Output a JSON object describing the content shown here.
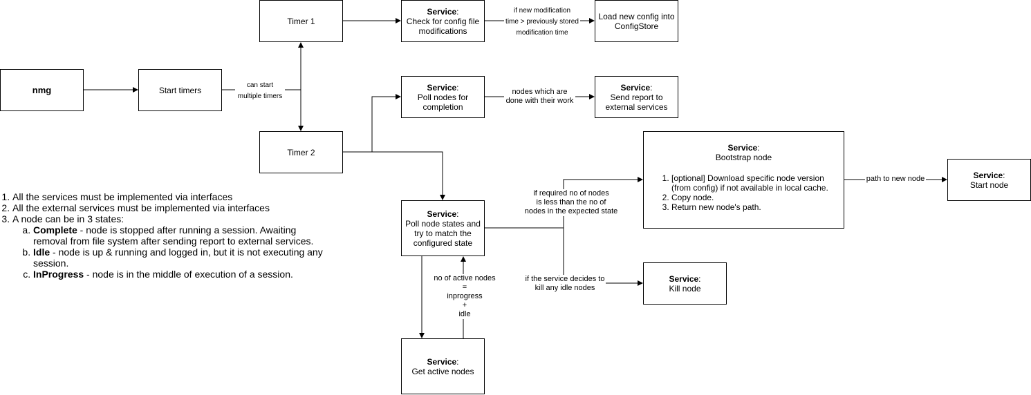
{
  "nodes": {
    "nmg": "nmg",
    "start_timers": "Start timers",
    "timer1": "Timer 1",
    "timer2": "Timer 2",
    "service_word": "Service",
    "check_config": "Check for config file modifications",
    "load_config": "Load new config into ConfigStore",
    "poll_completion": "Poll nodes for completion",
    "send_report": "Send report to external services",
    "poll_states": "Poll node states and try to match the configured state",
    "get_active": "Get active nodes",
    "bootstrap": "Bootstrap node",
    "bootstrap_steps": [
      "[optional] Download specific node version (from config) if not available in local cache.",
      "Copy node.",
      "Return new node's path."
    ],
    "start_node": "Start node",
    "kill_node": "Kill node"
  },
  "edge_labels": {
    "can_start": [
      "can start",
      "multiple timers"
    ],
    "if_new_mod": [
      "if new modification",
      "time > previously stored",
      "modification time"
    ],
    "nodes_done": [
      "nodes which are",
      "done with their work"
    ],
    "if_required": [
      "if required no of nodes",
      "is less than the no of",
      "nodes in the expected state"
    ],
    "if_kill": [
      "if the service decides to",
      "kill any idle nodes"
    ],
    "active_formula": [
      "no of active nodes",
      "=",
      "inprogress",
      "+",
      "idle"
    ],
    "path_to_new": "path to new node"
  },
  "notes": {
    "items": [
      "All the services must be implemented via interfaces",
      "All the external services must be implemented via interfaces",
      "A node can be in 3 states:"
    ],
    "states": [
      {
        "name": "Complete",
        "desc": " - node is stopped after running a session. Awaiting removal from file system after sending report to external services."
      },
      {
        "name": "Idle",
        "desc": " - node is up & running and logged in, but it is not executing any session."
      },
      {
        "name": "InProgress",
        "desc": " - node is in the middle of execution of a session."
      }
    ]
  }
}
